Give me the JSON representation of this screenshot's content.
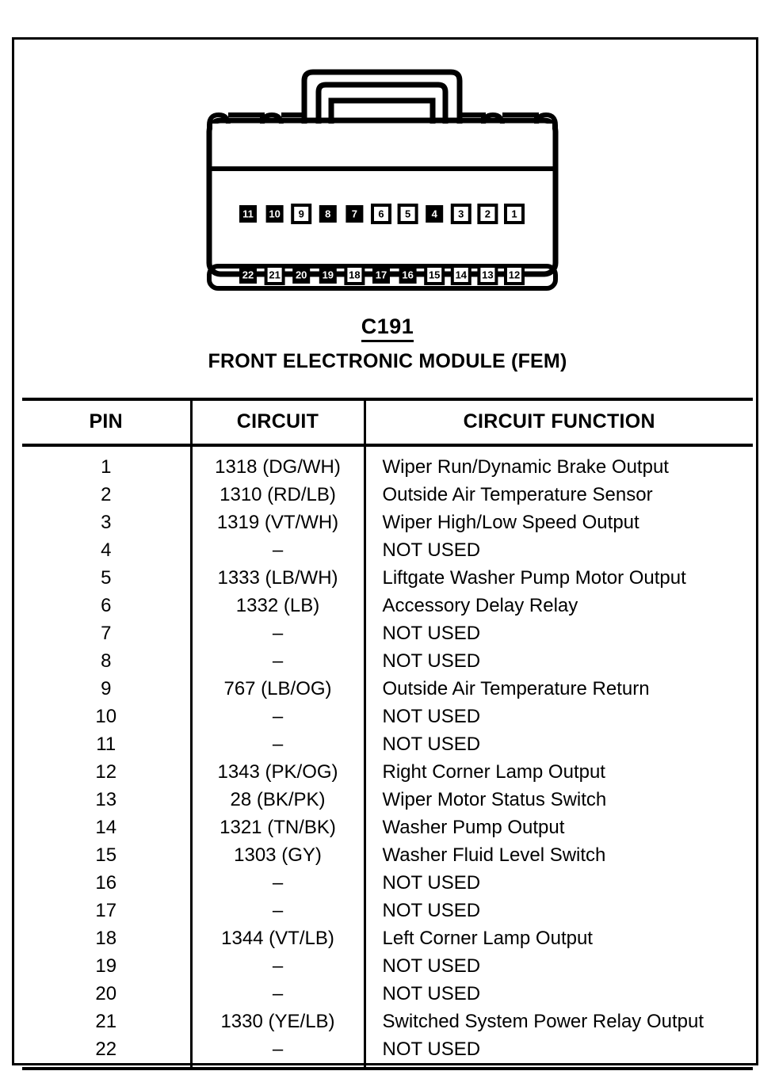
{
  "connector": {
    "id_label": "C191",
    "name_label": "FRONT ELECTRONIC MODULE (FEM)",
    "pin_rows": [
      {
        "row": "top",
        "pins": [
          {
            "number": "11",
            "filled": true
          },
          {
            "number": "10",
            "filled": true
          },
          {
            "number": "9",
            "filled": false
          },
          {
            "number": "8",
            "filled": true
          },
          {
            "number": "7",
            "filled": true
          },
          {
            "number": "6",
            "filled": false
          },
          {
            "number": "5",
            "filled": false
          },
          {
            "number": "4",
            "filled": true
          },
          {
            "number": "3",
            "filled": false
          },
          {
            "number": "2",
            "filled": false
          },
          {
            "number": "1",
            "filled": false
          }
        ]
      },
      {
        "row": "bottom",
        "pins": [
          {
            "number": "22",
            "filled": true
          },
          {
            "number": "21",
            "filled": false
          },
          {
            "number": "20",
            "filled": true
          },
          {
            "number": "19",
            "filled": true
          },
          {
            "number": "18",
            "filled": false
          },
          {
            "number": "17",
            "filled": true
          },
          {
            "number": "16",
            "filled": true
          },
          {
            "number": "15",
            "filled": false
          },
          {
            "number": "14",
            "filled": false
          },
          {
            "number": "13",
            "filled": false
          },
          {
            "number": "12",
            "filled": false
          }
        ]
      }
    ]
  },
  "table": {
    "headers": {
      "pin": "PIN",
      "circuit": "CIRCUIT",
      "function": "CIRCUIT FUNCTION"
    },
    "rows": [
      {
        "pin": "1",
        "circuit": "1318 (DG/WH)",
        "function": "Wiper Run/Dynamic Brake Output"
      },
      {
        "pin": "2",
        "circuit": "1310 (RD/LB)",
        "function": "Outside Air Temperature Sensor"
      },
      {
        "pin": "3",
        "circuit": "1319 (VT/WH)",
        "function": "Wiper High/Low Speed Output"
      },
      {
        "pin": "4",
        "circuit": "–",
        "function": "NOT USED"
      },
      {
        "pin": "5",
        "circuit": "1333 (LB/WH)",
        "function": "Liftgate Washer Pump Motor Output"
      },
      {
        "pin": "6",
        "circuit": "1332 (LB)",
        "function": "Accessory Delay Relay"
      },
      {
        "pin": "7",
        "circuit": "–",
        "function": "NOT USED"
      },
      {
        "pin": "8",
        "circuit": "–",
        "function": "NOT USED"
      },
      {
        "pin": "9",
        "circuit": "767 (LB/OG)",
        "function": "Outside Air Temperature Return"
      },
      {
        "pin": "10",
        "circuit": "–",
        "function": "NOT USED"
      },
      {
        "pin": "11",
        "circuit": "–",
        "function": "NOT USED"
      },
      {
        "pin": "12",
        "circuit": "1343 (PK/OG)",
        "function": "Right Corner Lamp Output"
      },
      {
        "pin": "13",
        "circuit": "28 (BK/PK)",
        "function": "Wiper Motor Status Switch"
      },
      {
        "pin": "14",
        "circuit": "1321 (TN/BK)",
        "function": "Washer Pump Output"
      },
      {
        "pin": "15",
        "circuit": "1303 (GY)",
        "function": "Washer Fluid Level Switch"
      },
      {
        "pin": "16",
        "circuit": "–",
        "function": "NOT USED"
      },
      {
        "pin": "17",
        "circuit": "–",
        "function": "NOT USED"
      },
      {
        "pin": "18",
        "circuit": "1344 (VT/LB)",
        "function": "Left Corner Lamp Output"
      },
      {
        "pin": "19",
        "circuit": "–",
        "function": "NOT USED"
      },
      {
        "pin": "20",
        "circuit": "–",
        "function": "NOT USED"
      },
      {
        "pin": "21",
        "circuit": "1330 (YE/LB)",
        "function": "Switched System Power Relay Output"
      },
      {
        "pin": "22",
        "circuit": "–",
        "function": "NOT USED"
      }
    ]
  },
  "colors": {
    "ink": "#000000",
    "paper": "#ffffff"
  }
}
